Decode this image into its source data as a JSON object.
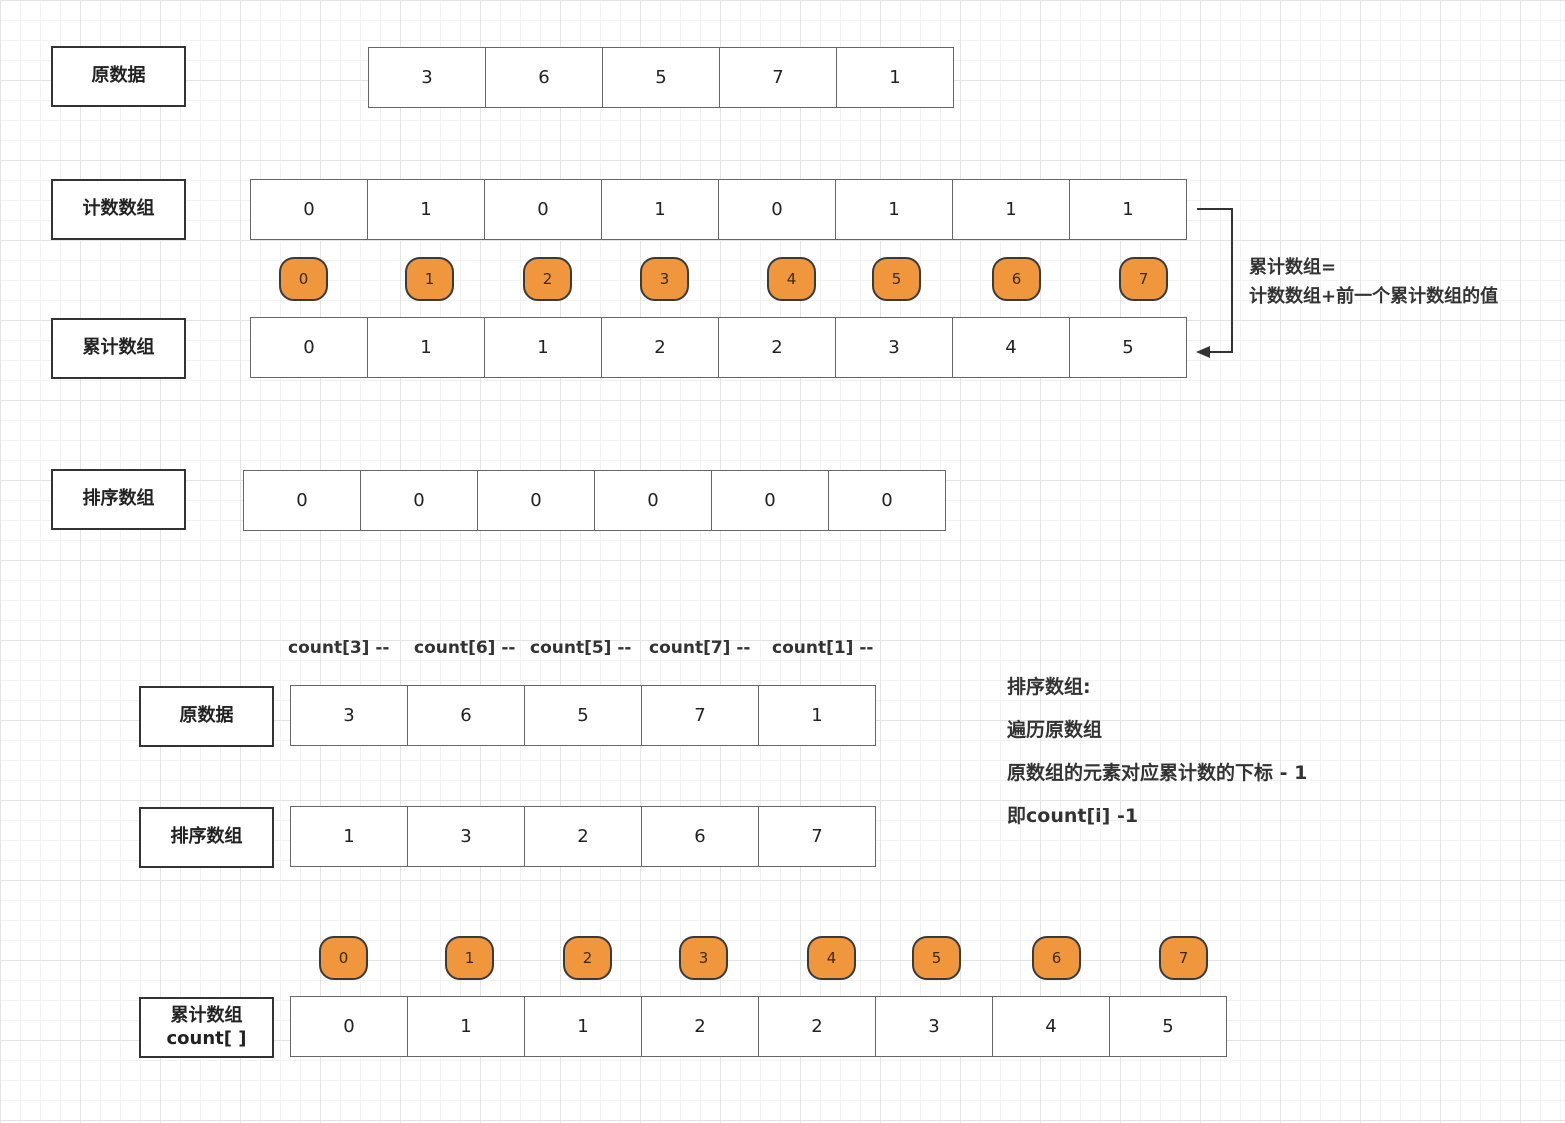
{
  "top": {
    "original": {
      "label": "原数据",
      "values": [
        "3",
        "6",
        "5",
        "7",
        "1"
      ]
    },
    "count": {
      "label": "计数数组",
      "values": [
        "0",
        "1",
        "0",
        "1",
        "0",
        "1",
        "1",
        "1"
      ]
    },
    "indices": [
      "0",
      "1",
      "2",
      "3",
      "4",
      "5",
      "6",
      "7"
    ],
    "cumulative": {
      "label": "累计数组",
      "values": [
        "0",
        "1",
        "1",
        "2",
        "2",
        "3",
        "4",
        "5"
      ]
    },
    "sorted": {
      "label": "排序数组",
      "values": [
        "0",
        "0",
        "0",
        "0",
        "0",
        "0"
      ]
    },
    "arrow_note": {
      "line1": "累计数组=",
      "line2": "计数数组+前一个累计数组的值"
    }
  },
  "bottom": {
    "count_ops": [
      "count[3] --",
      "count[6] --",
      "count[5] --",
      "count[7] --",
      "count[1] --"
    ],
    "original": {
      "label": "原数据",
      "values": [
        "3",
        "6",
        "5",
        "7",
        "1"
      ]
    },
    "sorted": {
      "label": "排序数组",
      "values": [
        "1",
        "3",
        "2",
        "6",
        "7"
      ]
    },
    "indices": [
      "0",
      "1",
      "2",
      "3",
      "4",
      "5",
      "6",
      "7"
    ],
    "cumulative": {
      "label_line1": "累计数组",
      "label_line2": "count[ ]",
      "values": [
        "0",
        "1",
        "1",
        "2",
        "2",
        "3",
        "4",
        "5"
      ]
    },
    "notes": [
      "排序数组:",
      "遍历原数组",
      "原数组的元素对应累计数的下标 - 1",
      "即count[i] -1"
    ]
  }
}
